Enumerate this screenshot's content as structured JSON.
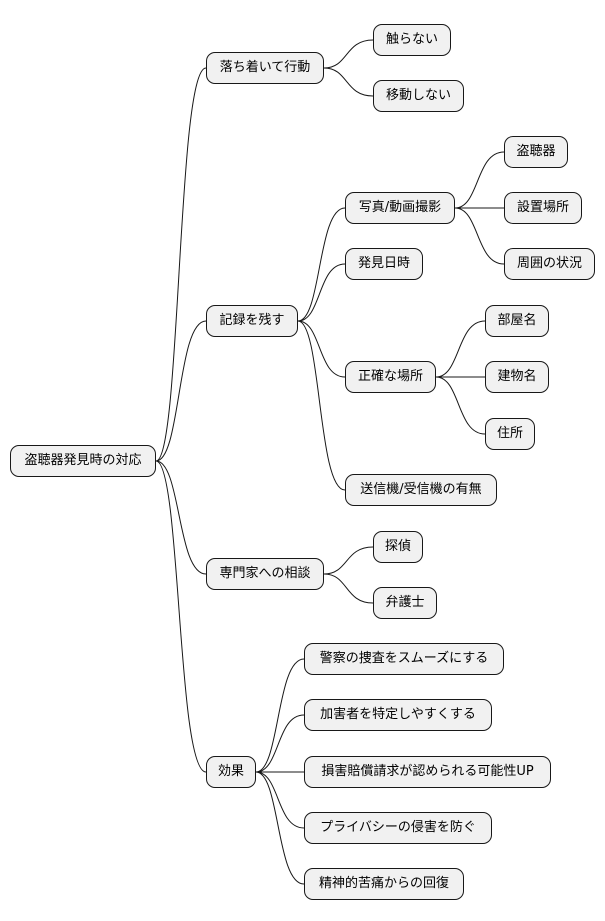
{
  "root": {
    "label": "盗聴器発見時の対応"
  },
  "branches": [
    {
      "id": "b1",
      "label": "落ち着いて行動",
      "children": [
        {
          "id": "b1c1",
          "label": "触らない"
        },
        {
          "id": "b1c2",
          "label": "移動しない"
        }
      ]
    },
    {
      "id": "b2",
      "label": "記録を残す",
      "children": [
        {
          "id": "b2c1",
          "label": "写真/動画撮影",
          "children": [
            {
              "id": "b2c1a",
              "label": "盗聴器"
            },
            {
              "id": "b2c1b",
              "label": "設置場所"
            },
            {
              "id": "b2c1c",
              "label": "周囲の状況"
            }
          ]
        },
        {
          "id": "b2c2",
          "label": "発見日時"
        },
        {
          "id": "b2c3",
          "label": "正確な場所",
          "children": [
            {
              "id": "b2c3a",
              "label": "部屋名"
            },
            {
              "id": "b2c3b",
              "label": "建物名"
            },
            {
              "id": "b2c3c",
              "label": "住所"
            }
          ]
        },
        {
          "id": "b2c4",
          "label": "送信機/受信機の有無"
        }
      ]
    },
    {
      "id": "b3",
      "label": "専門家への相談",
      "children": [
        {
          "id": "b3c1",
          "label": "探偵"
        },
        {
          "id": "b3c2",
          "label": "弁護士"
        }
      ]
    },
    {
      "id": "b4",
      "label": "効果",
      "children": [
        {
          "id": "b4c1",
          "label": "警察の捜査をスムーズにする"
        },
        {
          "id": "b4c2",
          "label": "加害者を特定しやすくする"
        },
        {
          "id": "b4c3",
          "label": "損害賠償請求が認められる可能性UP"
        },
        {
          "id": "b4c4",
          "label": "プライバシーの侵害を防ぐ"
        },
        {
          "id": "b4c5",
          "label": "精神的苦痛からの回復"
        }
      ]
    }
  ]
}
